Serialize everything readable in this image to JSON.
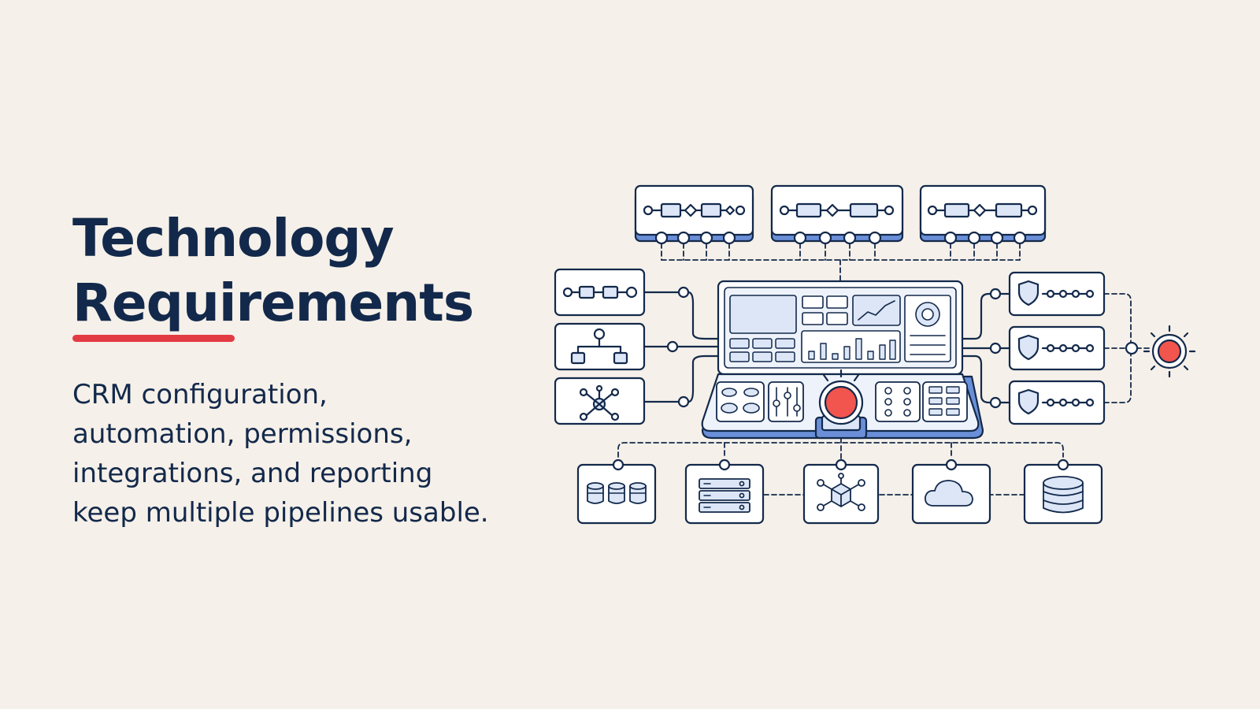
{
  "heading": {
    "line1": "Technology",
    "line2": "Requirements"
  },
  "description": {
    "line1": "CRM configuration,",
    "line2": "automation, permissions,",
    "line3": "integrations, and reporting",
    "line4": "keep multiple pipelines usable."
  },
  "colors": {
    "background": "#f5f0e9",
    "ink": "#13294b",
    "accent": "#e33b44",
    "panel_fill": "#dce6f7",
    "panel_blue": "#6a8fd8"
  },
  "icons": {
    "top_workflows": [
      "workflow-diagram-icon",
      "workflow-diagram-icon",
      "workflow-diagram-icon"
    ],
    "left_modules": [
      "pipeline-flow-icon",
      "org-hierarchy-icon",
      "network-hub-icon"
    ],
    "right_modules": [
      "shield-icon",
      "shield-icon",
      "shield-icon"
    ],
    "bottom_services": [
      "database-cluster-icon",
      "server-rack-icon",
      "cube-network-icon",
      "cloud-icon",
      "database-icon"
    ],
    "center": "control-console-icon",
    "alert": "alert-light-icon"
  }
}
